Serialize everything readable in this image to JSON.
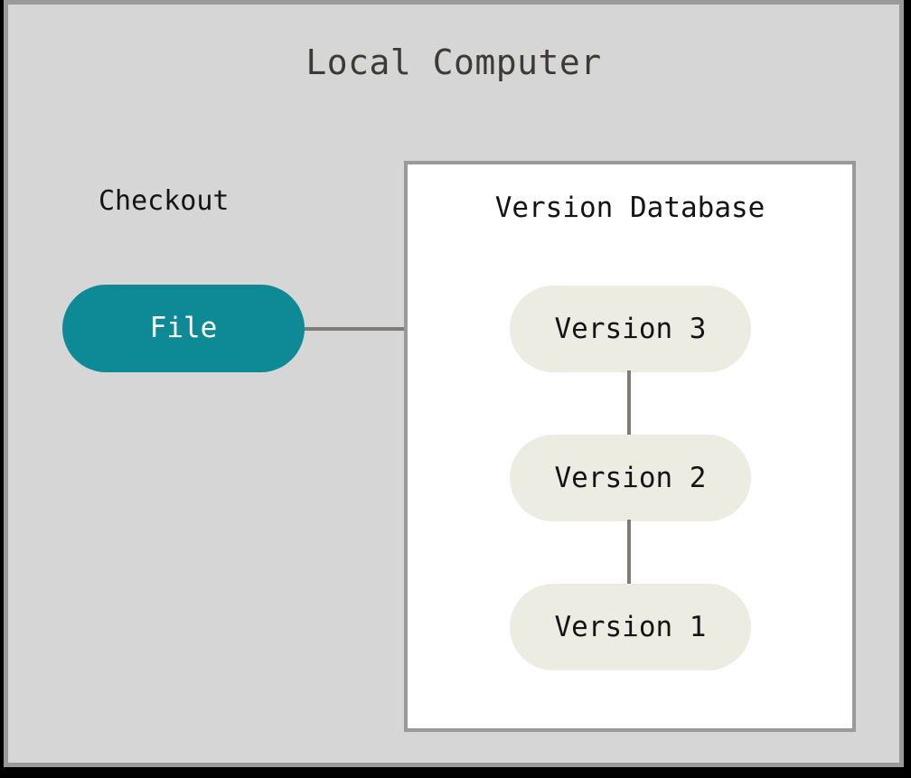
{
  "diagram": {
    "title": "Local Computer",
    "background_color": "#d6d6d6",
    "frame_border_color": "#9a9a9a",
    "page_background_color": "#000000",
    "edge_color": "#7f7b76"
  },
  "checkout": {
    "label": "Checkout",
    "node": {
      "label": "File",
      "fill_color": "#0d8a96",
      "text_color": "#ffffff"
    }
  },
  "version_database": {
    "title": "Version Database",
    "panel_fill_color": "#ffffff",
    "panel_border_color": "#9a9a9a",
    "node_fill_color": "#ecece3",
    "node_text_color": "#141414",
    "versions": [
      {
        "label": "Version 3"
      },
      {
        "label": "Version 2"
      },
      {
        "label": "Version 1"
      }
    ]
  }
}
